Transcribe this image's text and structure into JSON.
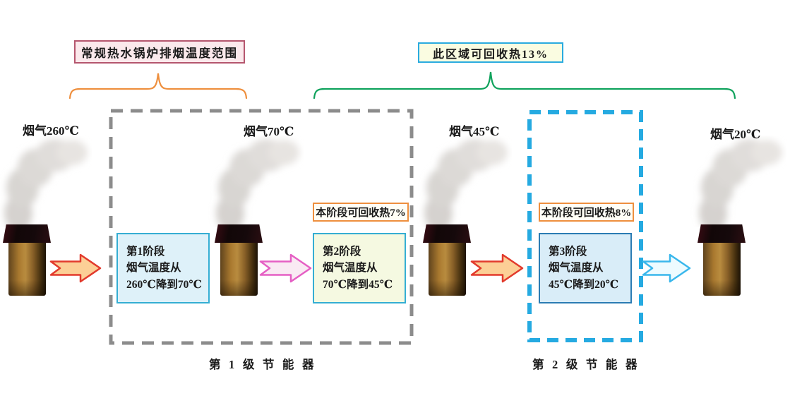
{
  "top_callouts": {
    "boiler_range": "常规热水锅炉排烟温度范围",
    "recoverable_region": "此区域可回收热13%"
  },
  "flue_gas_labels": {
    "t260": "烟气260℃",
    "t70": "烟气70℃",
    "t45": "烟气45℃",
    "t20": "烟气20℃"
  },
  "stages": [
    {
      "line1": "第1阶段",
      "line2": "烟气温度从",
      "line3": "260℃降到70℃"
    },
    {
      "line1": "第2阶段",
      "line2": "烟气温度从",
      "line3": "70℃降到45℃",
      "recovery": "本阶段可回收热7%"
    },
    {
      "line1": "第3阶段",
      "line2": "烟气温度从",
      "line3": "45℃降到20℃",
      "recovery": "本阶段可回收热8%"
    }
  ],
  "economizers": {
    "first": "第1级节能器",
    "second": "第2级节能器"
  },
  "colors": {
    "boiler_range_border": "#b5566e",
    "boiler_range_bg": "#fbe9ec",
    "recover_region_border": "#2aabdf",
    "recover_region_bg": "#fafce1",
    "orange_brace": "#ee8f3e",
    "green_brace": "#0fa25c",
    "gray_dash": "#8c8c8c",
    "blue_dash": "#25aae1",
    "stage1_bg": "#def1f9",
    "stage2_bg": "#f5f9e1",
    "stage3_bg": "#d9edf8",
    "stage_border_cyan": "#35aed3",
    "stage3_border": "#2b7cb3",
    "recovery_border": "#ee8f3e",
    "arrow_orange_fill": "#fccf96",
    "arrow_orange_stroke": "#e23a2c",
    "arrow_pink_fill": "#f9eaf3",
    "arrow_pink_stroke": "#e55fc4",
    "arrow_cyan_fill": "#edfbff",
    "arrow_cyan_stroke": "#39b7ec",
    "chimney_body": "#a9792f",
    "smoke": "#d8d5d2"
  }
}
